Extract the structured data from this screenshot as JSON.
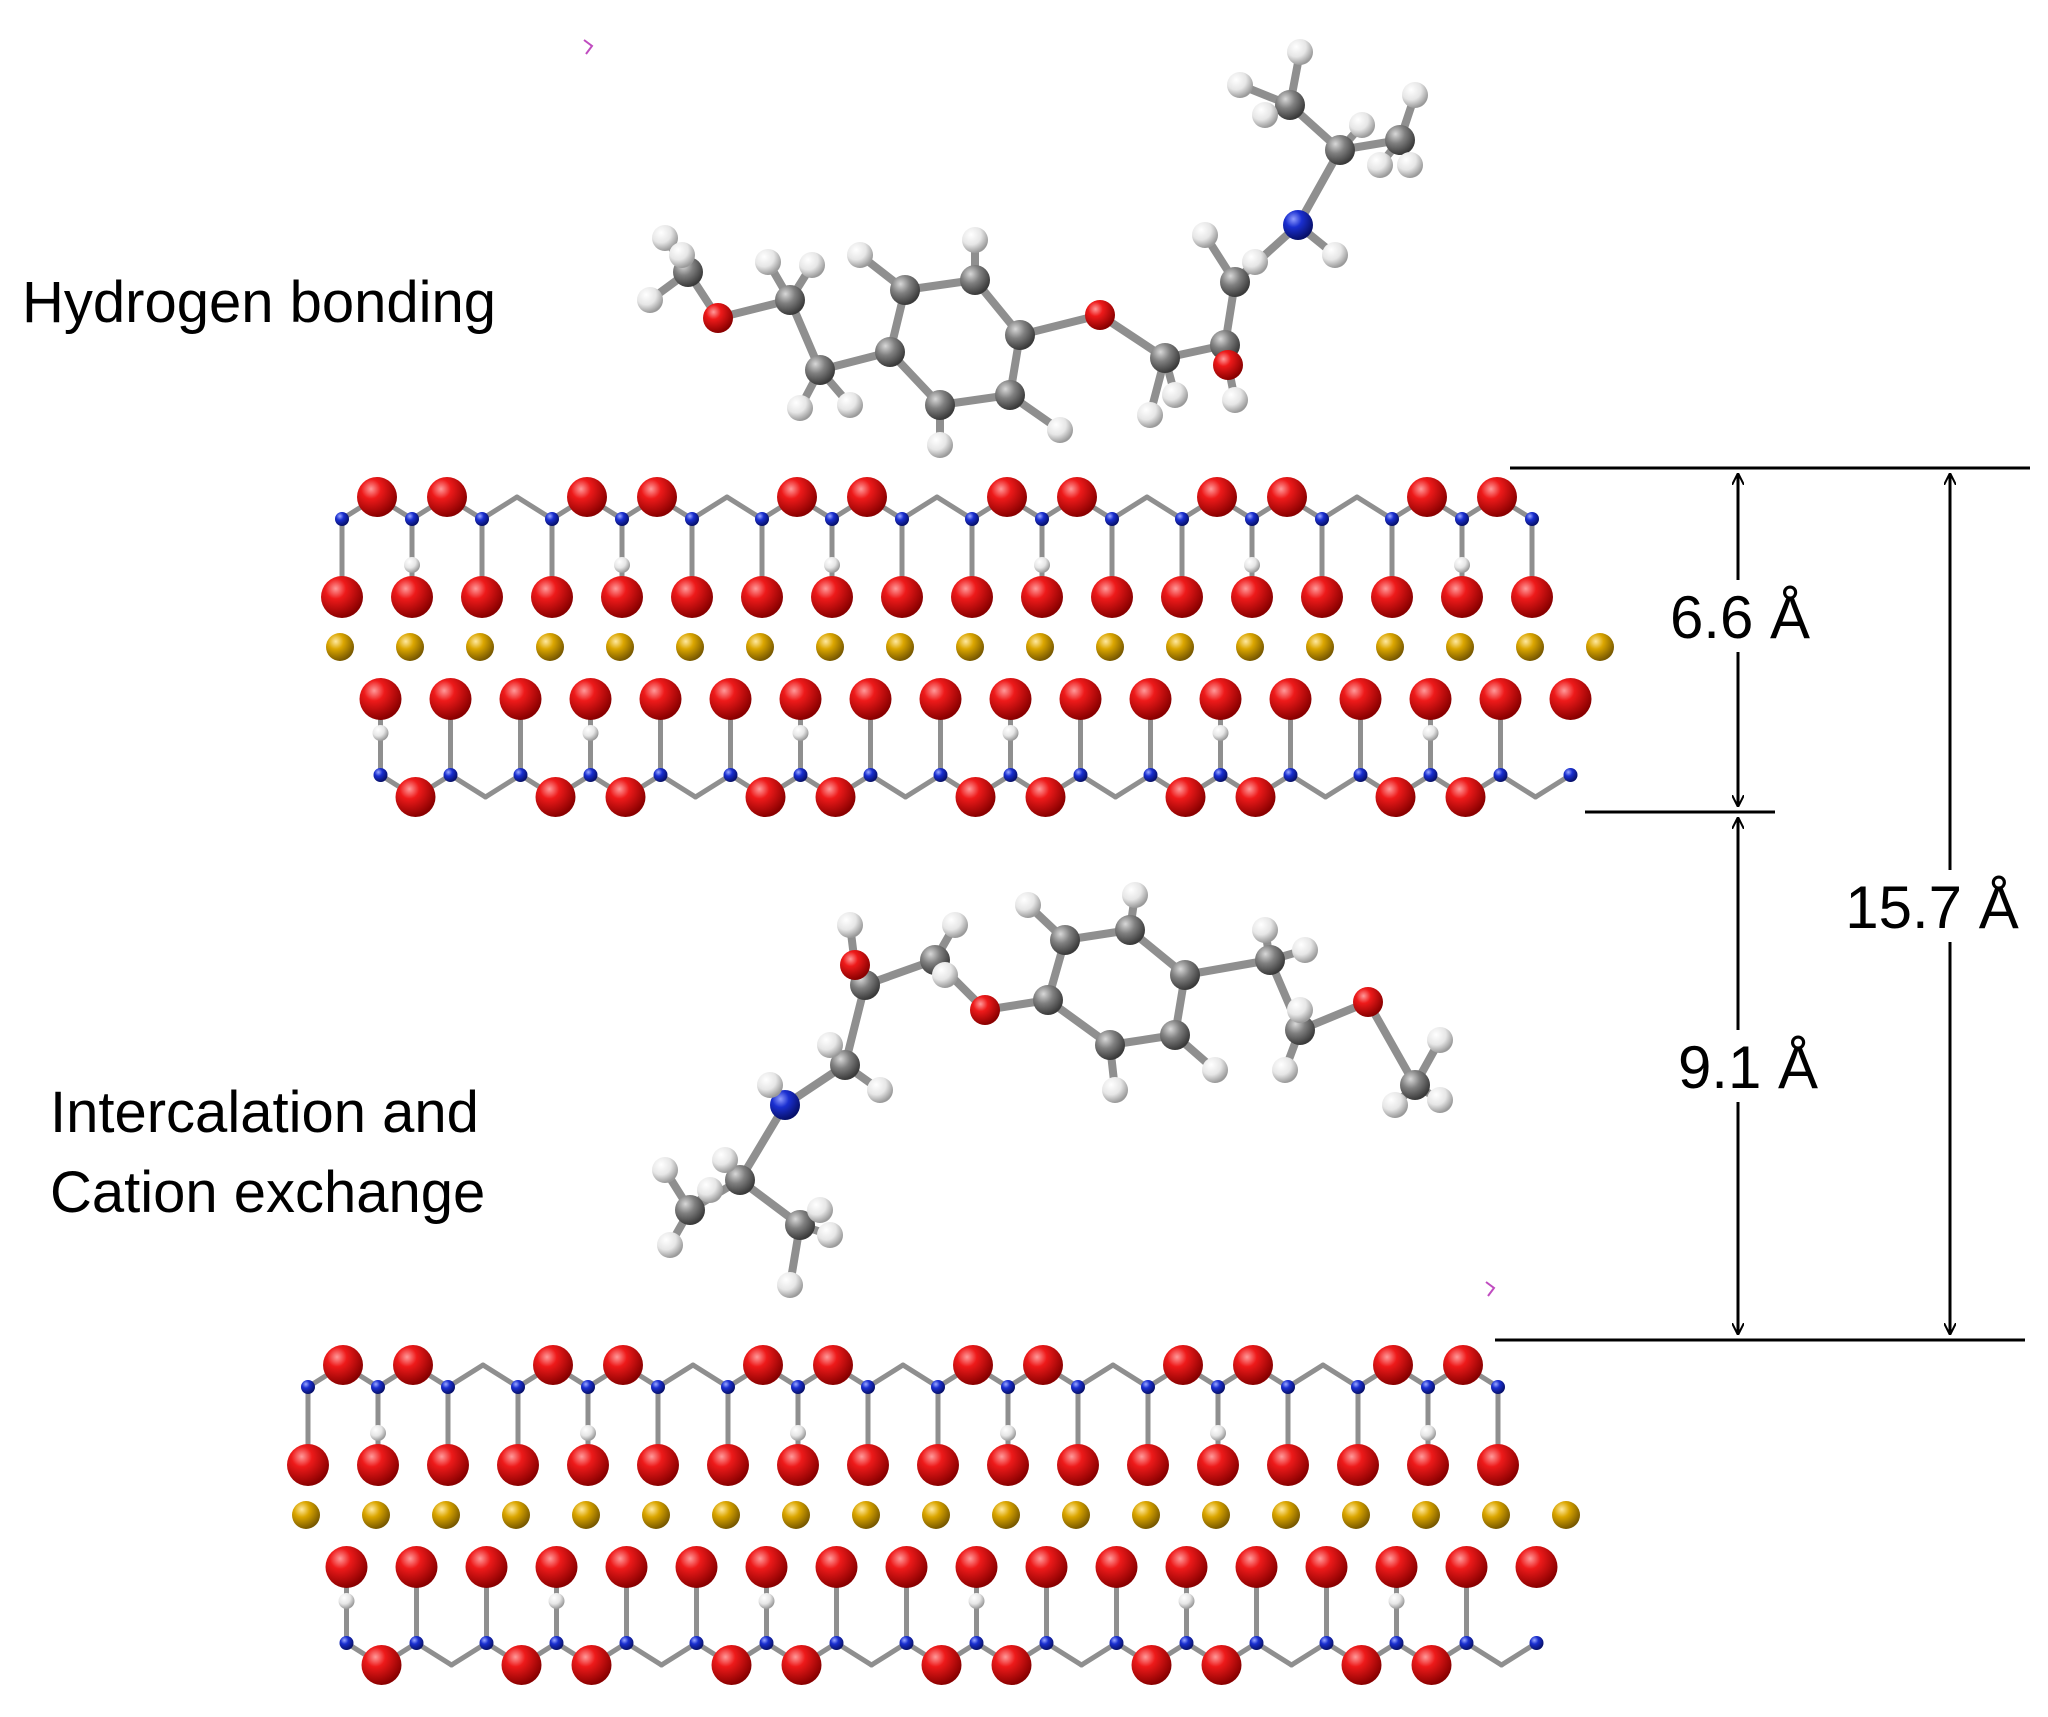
{
  "labels": {
    "hydrogen_bonding": "Hydrogen bonding",
    "intercalation_line1": "Intercalation and",
    "intercalation_line2": "Cation exchange",
    "d_layer": "6.6 Å",
    "d_gallery": "9.1 Å",
    "d_total": "15.7 Å"
  },
  "colors": {
    "oxygen": "#e01010",
    "aluminum": "#d9a400",
    "silicon": "#1a2fd0",
    "hydrogen": "#e8e8e8",
    "carbon": "#8a8a8a",
    "nitrogen": "#1a2fd0",
    "bond": "#9a9a9a",
    "line": "#000000"
  }
}
